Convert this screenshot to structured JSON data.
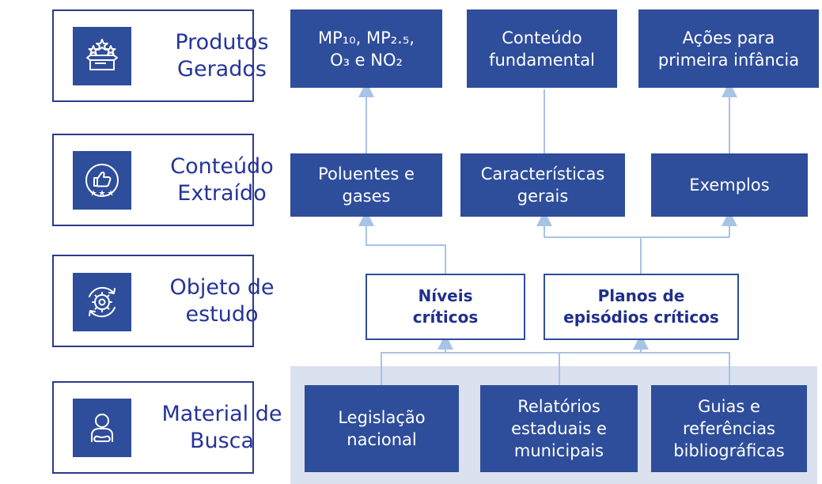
{
  "stages": [
    {
      "lines": [
        "Produtos",
        "Gerados"
      ],
      "icon": "stars-box-icon"
    },
    {
      "lines": [
        "Conteúdo",
        "Extraído"
      ],
      "icon": "thumbs-up-icon"
    },
    {
      "lines": [
        "Objeto de",
        "estudo"
      ],
      "icon": "gear-cycle-icon"
    },
    {
      "lines": [
        "Material de",
        "Busca"
      ],
      "icon": "person-icon"
    }
  ],
  "products": [
    {
      "lines": [
        "MP₁₀, MP₂.₅,",
        "O₃ e NO₂"
      ]
    },
    {
      "lines": [
        "Conteúdo",
        "fundamental"
      ]
    },
    {
      "lines": [
        "Ações para",
        "primeira infância"
      ]
    }
  ],
  "content": [
    {
      "lines": [
        "Poluentes e",
        "gases"
      ]
    },
    {
      "lines": [
        "Características",
        "gerais"
      ]
    },
    {
      "lines": [
        "Exemplos"
      ]
    }
  ],
  "objects": [
    {
      "lines": [
        "Níveis",
        "críticos"
      ]
    },
    {
      "lines": [
        "Planos de",
        "episódios críticos"
      ]
    }
  ],
  "materials": [
    {
      "lines": [
        "Legislação",
        "nacional"
      ]
    },
    {
      "lines": [
        "Relatórios",
        "estaduais e",
        "municipais"
      ]
    },
    {
      "lines": [
        "Guias e",
        "referências",
        "bibliográficas"
      ]
    }
  ],
  "colors": {
    "primary": "#2e4d9b",
    "text_dark": "#24349a",
    "connector": "#a9c3e6",
    "panel": "#dbe1ee"
  }
}
